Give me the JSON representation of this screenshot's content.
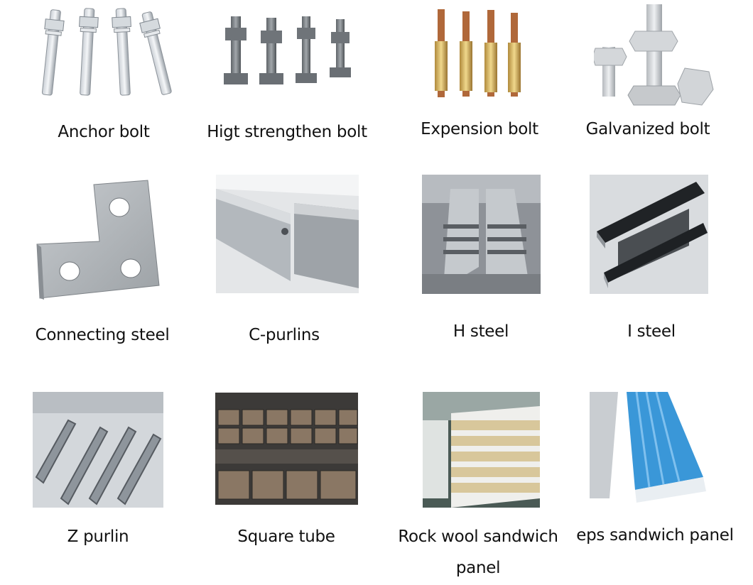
{
  "products": [
    {
      "label": "Anchor bolt",
      "image": "anchor-bolt-photo"
    },
    {
      "label": "Higt strengthen bolt",
      "image": "high-strength-bolt-photo"
    },
    {
      "label": "Expension bolt",
      "image": "expansion-bolt-photo"
    },
    {
      "label": "Galvanized bolt",
      "image": "galvanized-bolt-photo"
    },
    {
      "label": "Connecting steel",
      "image": "connecting-plate-photo"
    },
    {
      "label": "C-purlins",
      "image": "c-purlin-photo"
    },
    {
      "label": "H steel",
      "image": "h-steel-photo"
    },
    {
      "label": "I steel",
      "image": "i-steel-photo"
    },
    {
      "label": "Z purlin",
      "image": "z-purlin-photo"
    },
    {
      "label": "Square tube",
      "image": "square-tube-photo"
    },
    {
      "label": "Rock wool sandwich panel",
      "image": "rock-wool-panel-photo"
    },
    {
      "label": "eps sandwich panel",
      "image": "eps-panel-photo"
    }
  ]
}
